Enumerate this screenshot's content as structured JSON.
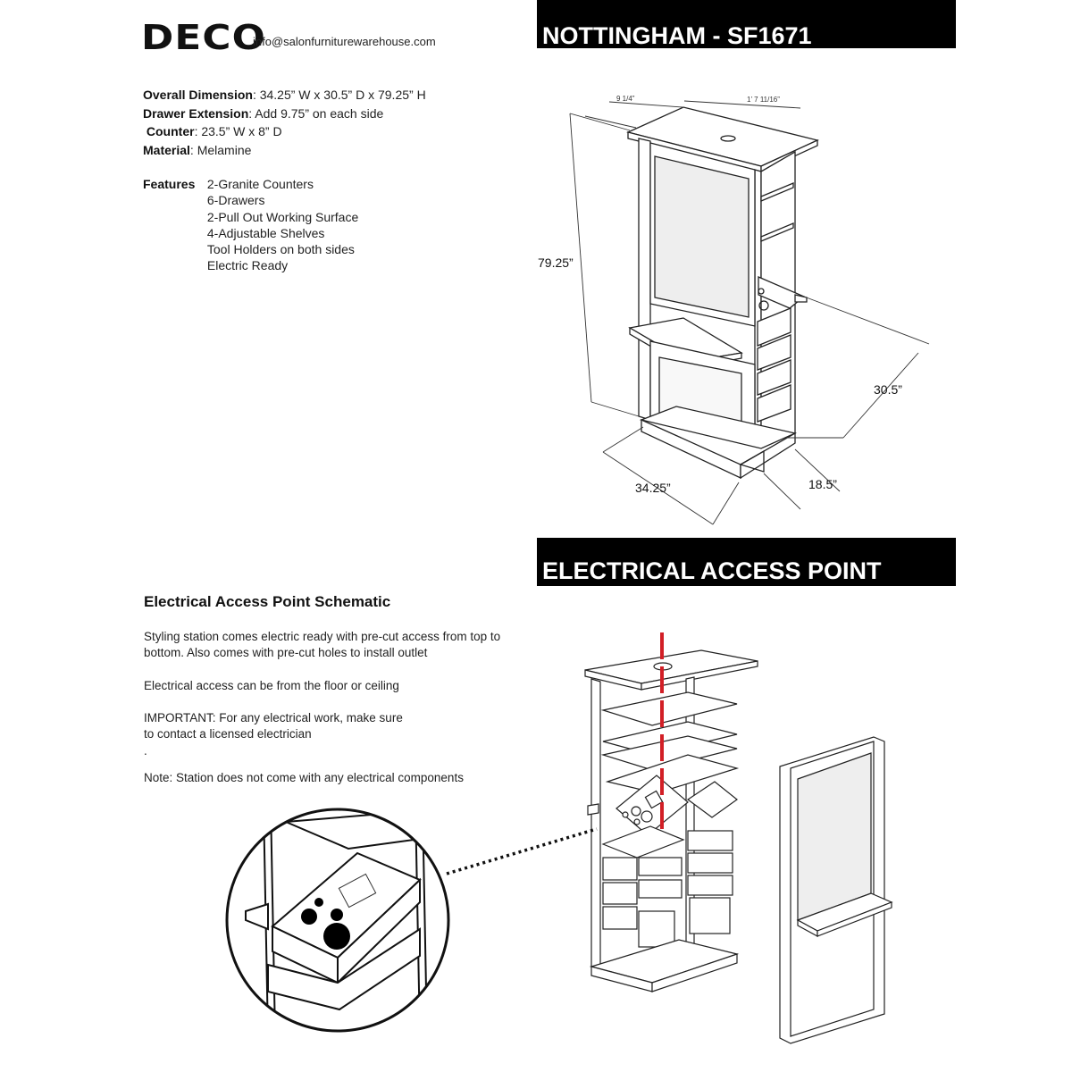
{
  "header": {
    "brand": "DECO",
    "email": "info@salonfurniturewarehouse.com",
    "product_title": "NOTTINGHAM - SF1671"
  },
  "specs": [
    {
      "label": "Overall Dimension",
      "value": ": 34.25” W x 30.5” D x 79.25” H"
    },
    {
      "label": "Drawer Extension",
      "value": ": Add 9.75” on each side"
    },
    {
      "label": "Counter",
      "value": ": 23.5” W x 8” D"
    },
    {
      "label": "Material",
      "value": ": Melamine"
    }
  ],
  "features": {
    "label": "Features",
    "items": [
      "2-Granite Counters",
      "6-Drawers",
      "2-Pull Out Working Surface",
      "4-Adjustable Shelves",
      "Tool Holders on both sides",
      "Electric Ready"
    ]
  },
  "drawing_dims": {
    "height": "79.25”",
    "depth": "30.5”",
    "width": "34.25”",
    "side": "18.5”",
    "top_left": "9 1/4”",
    "top_right": "1’ 7 11/16”"
  },
  "electrical": {
    "banner": "ELECTRICAL ACCESS POINT",
    "title": "Electrical Access Point Schematic",
    "paragraphs": [
      "Styling station comes electric ready with pre-cut access from top to bottom. Also comes with pre-cut holes to install outlet",
      "Electrical access can be from the floor or ceiling",
      "IMPORTANT: For any electrical work, make sure to contact a licensed electrician",
      ".",
      "Note: Station does not come with any electrical components"
    ]
  },
  "colors": {
    "banner_bg": "#000000",
    "cable": "#d21f26"
  }
}
